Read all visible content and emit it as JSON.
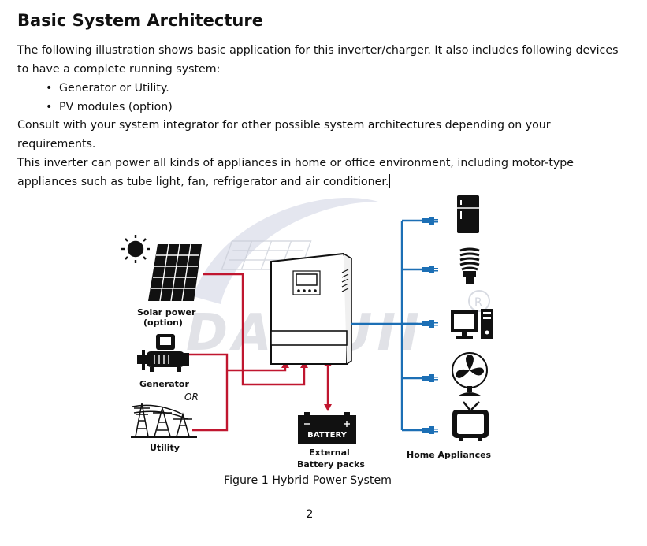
{
  "heading": "Basic System Architecture",
  "intro": "The following illustration shows basic application for this inverter/charger. It also includes following devices to have a complete running system:",
  "bullets": [
    "Generator or Utility.",
    "PV modules (option)"
  ],
  "consult": "Consult with your system integrator for other possible system architectures depending on your requirements.",
  "appliances_text": "This inverter can power all kinds of appliances in home or office environment, including motor-type appliances such as tube light, fan, refrigerator and air conditioner.",
  "diagram": {
    "watermark": "DAMUII",
    "solar_label_1": "Solar power",
    "solar_label_2": "(option)",
    "generator_label": "Generator",
    "or_label": "OR",
    "utility_label": "Utility",
    "battery_badge": "BATTERY",
    "battery_label_1": "External",
    "battery_label_2": "Battery packs",
    "home_label": "Home Appliances",
    "ac_color": "#c0162f",
    "load_color": "#1c6fb5"
  },
  "caption": "Figure 1 Hybrid Power System",
  "page_number": "2"
}
